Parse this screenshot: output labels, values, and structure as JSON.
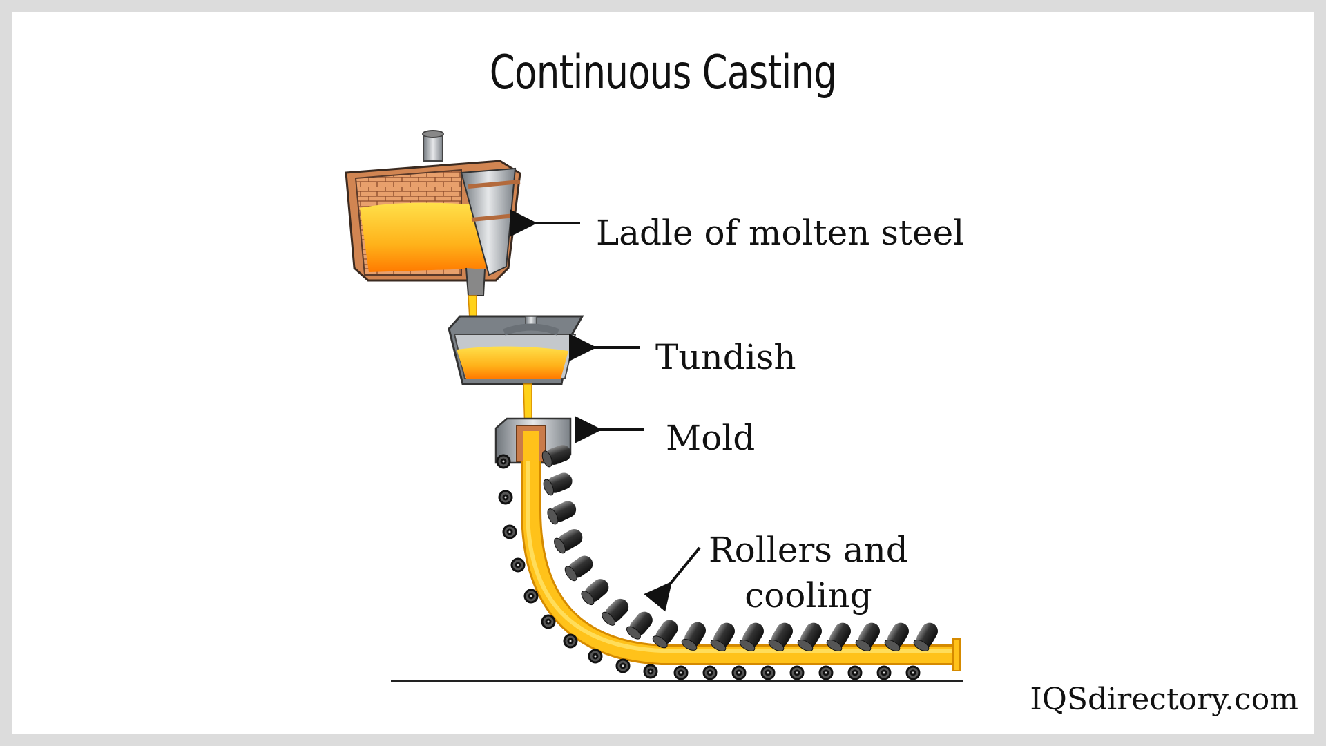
{
  "title": "Continuous Casting",
  "labels": {
    "ladle": "Ladle of molten steel",
    "tundish": "Tundish",
    "mold": "Mold",
    "rollers_line1": "Rollers and",
    "rollers_line2": "cooling"
  },
  "watermark": "IQSdirectory.com",
  "colors": {
    "molten": "#ffc21a",
    "molten_hot": "#ff8a00",
    "copper": "#c97b4a",
    "steel": "#9aa0a6",
    "roller": "#3a3a3a"
  }
}
